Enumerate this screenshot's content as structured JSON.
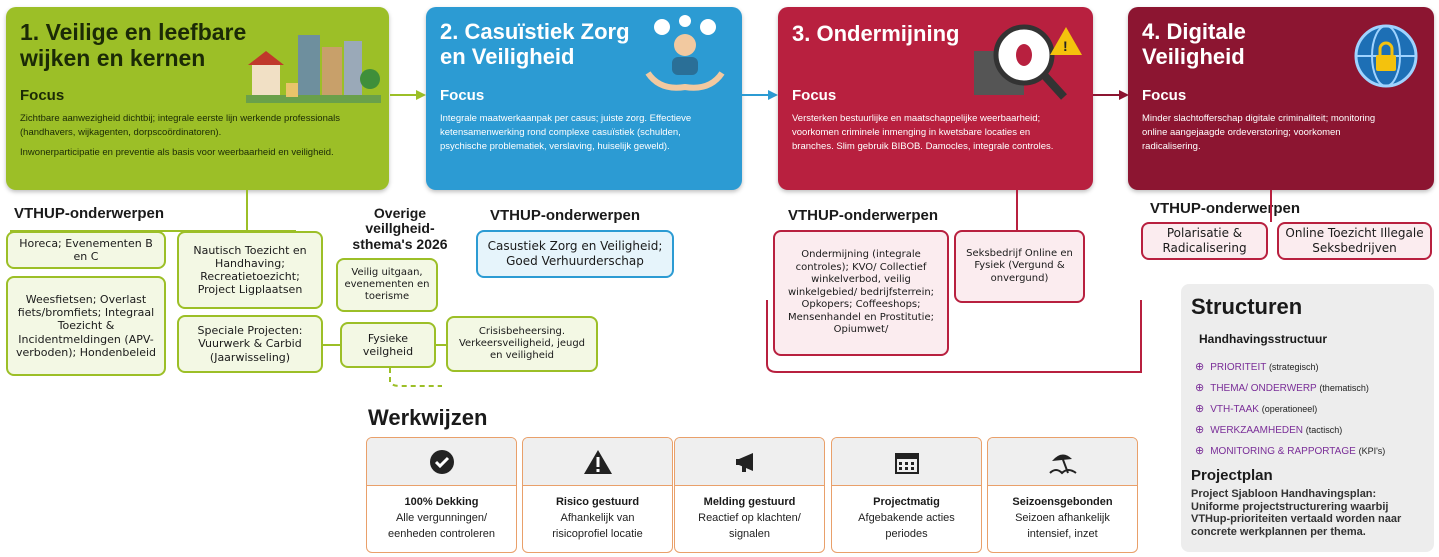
{
  "panels": [
    {
      "title_l1": "1. Veilige en leefbare",
      "title_l2": "wijken en kernen",
      "focus": "Focus",
      "text1": "Zichtbare aanwezigheid dichtbij; integrale eerste lijn werkende professionals",
      "text2": "(handhavers, wijkagenten, dorpscoördinatoren).",
      "text3": "Inwonerparticipatie en preventie als basis voor weerbaarheid en veiligheid.",
      "color": "#9cbf27"
    },
    {
      "title_l1": "2. Casuïstiek Zorg",
      "title_l2": "en Veiligheid",
      "focus": "Focus",
      "text1": "Integrale maatwerkaanpak per casus; juiste zorg. Effectieve",
      "text2": "ketensamenwerking rond complexe casuïstiek (schulden,",
      "text3": "psychische problematiek, verslaving, huiselijk geweld).",
      "color": "#2c9bd3"
    },
    {
      "title_l1": "3. Ondermijning",
      "title_l2": "",
      "focus": "Focus",
      "text1": "Versterken bestuurlijke en maatschappelijke weerbaarheid;",
      "text2": "voorkomen criminele inmenging in kwetsbare locaties en",
      "text3": "branches. Slim gebruik BIBOB. Damocles, integrale controles.",
      "color": "#b8203f"
    },
    {
      "title_l1": "4. Digitale",
      "title_l2": "Veiligheid",
      "focus": "Focus",
      "text1": "Minder slachtofferschap digitale criminaliteit; monitoring",
      "text2": "online aangejaagde ordeverstoring; voorkomen",
      "text3": "radicalisering.",
      "color": "#8c1531"
    }
  ],
  "vthup_label": "VTHUP-onderwerpen",
  "green_boxes": {
    "horeca": "Horeca; Evenementen B en C",
    "weesfietsen": "Weesfietsen; Overlast fiets/bromfiets; Integraal Toezicht & Incidentmeldingen (APV-verboden); Hondenbeleid",
    "nautisch": "Nautisch Toezicht en Handhaving; Recreatietoezicht; Project Ligplaatsen",
    "speciale": "Speciale Projecten: Vuurwerk & Carbid (Jaarwisseling)",
    "overige_title": "Overige veillgheid-sthema's 2026",
    "veilig_uitgaan": "Veilig uitgaan, evenementen en toerisme",
    "fysieke": "Fysieke veilgheid",
    "crisis": "Crisisbeheersing. Verkeersveiligheid, jeugd en veiligheid"
  },
  "blue_box": "Casustiek Zorg en Veiligheid; Goed Verhuurderschap",
  "red_boxes": {
    "ondermijning": "Ondermijning (integrale controles); KVO/ Collectief winkelverbod, veilig winkelgebied/ bedrijfsterrein; Opkopers; Coffeeshops; Mensenhandel en Prostitutie; Opiumwet/",
    "seksbedrijf": "Seksbedrijf Online en Fysiek (Vergund & onvergund)",
    "polarisatie": "Polarisatie & Radicalisering",
    "online": "Online Toezicht Illegale Seksbedrijven"
  },
  "werkwijzen": {
    "title": "Werkwijzen",
    "items": [
      {
        "icon": "check-icon",
        "title": "100% Dekking",
        "desc1": "Alle vergunningen/",
        "desc2": "eenheden controleren"
      },
      {
        "icon": "warning-icon",
        "title": "Risico gestuurd",
        "desc1": "Afhankelijk van",
        "desc2": "risicoprofiel locatie"
      },
      {
        "icon": "megaphone-icon",
        "title": "Melding gestuurd",
        "desc1": "Reactief op klachten/",
        "desc2": "signalen"
      },
      {
        "icon": "calendar-icon",
        "title": "Projectmatig",
        "desc1": "Afgebakende acties",
        "desc2": "periodes"
      },
      {
        "icon": "beach-icon",
        "title": "Seizoensgebonden",
        "desc1": "Seizoen afhankelijk",
        "desc2": "intensief, inzet"
      }
    ]
  },
  "structuren": {
    "title": "Structuren",
    "subtitle": "Handhavingsstructuur",
    "items": [
      {
        "label": "PRIORITEIT",
        "suffix": "(strategisch)"
      },
      {
        "label": "THEMA/ ONDERWERP",
        "suffix": "(thematisch)"
      },
      {
        "label": "VTH-TAAK",
        "suffix": "(operationeel)"
      },
      {
        "label": "WERKZAAMHEDEN",
        "suffix": "(tactisch)"
      },
      {
        "label": "MONITORING & RAPPORTAGE",
        "suffix": "(KPI's)"
      }
    ],
    "plan_title": "Projectplan",
    "plan_l1": "Project Sjabloon Handhavingsplan:",
    "plan_l2": "Uniforme projectstructurering waarbij",
    "plan_l3": "VTHup-prioriteiten vertaald worden naar",
    "plan_l4": "concrete werkplannen per thema."
  }
}
